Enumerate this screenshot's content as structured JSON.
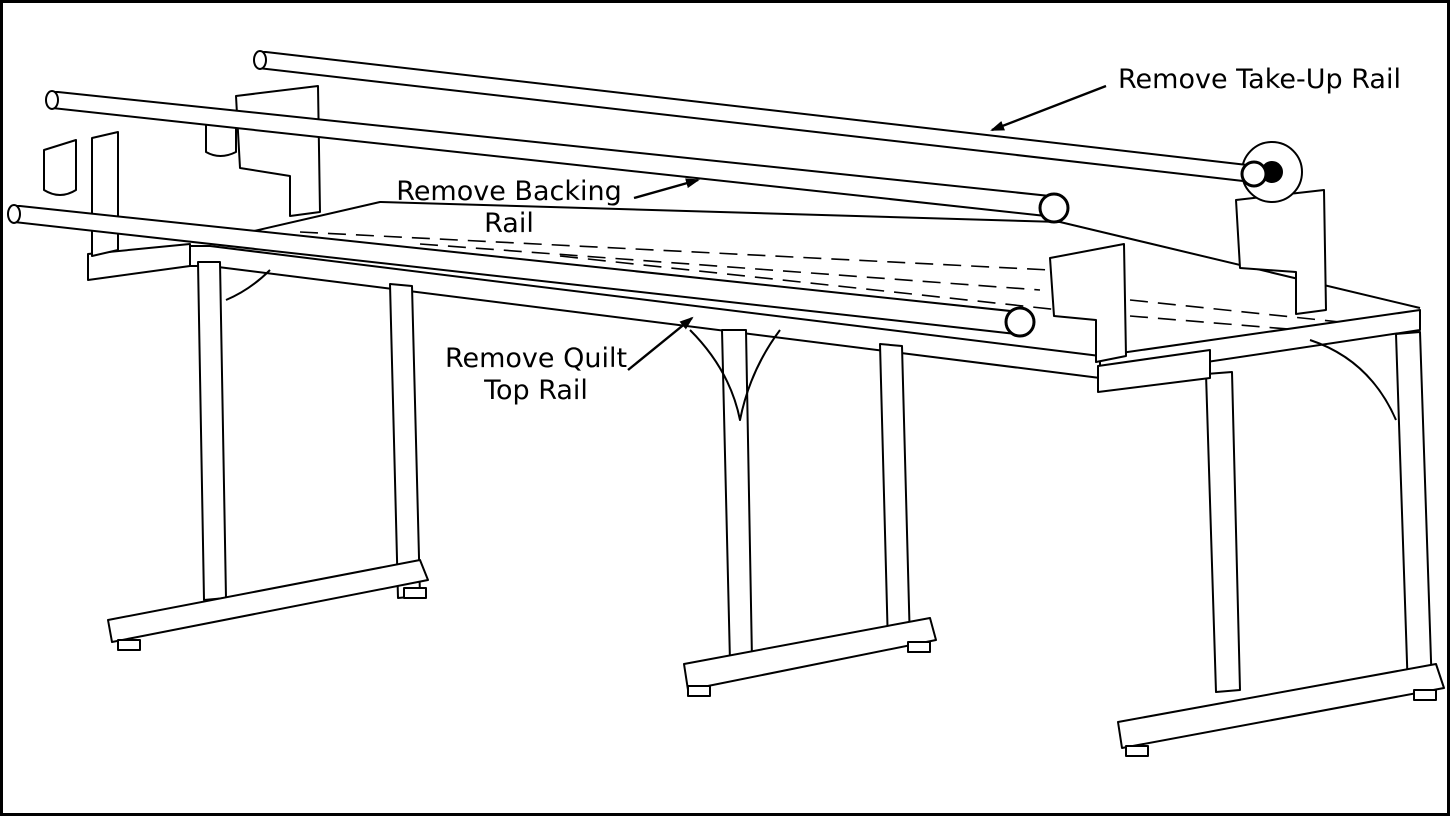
{
  "labels": {
    "take_up_rail": [
      "Remove Take-Up Rail"
    ],
    "backing_rail": [
      "Remove Backing",
      "Rail"
    ],
    "quilt_top_rail": [
      "Remove Quilt",
      "Top Rail"
    ]
  },
  "colors": {
    "line": "#000000",
    "background": "#ffffff",
    "frame_border": "#000000"
  }
}
